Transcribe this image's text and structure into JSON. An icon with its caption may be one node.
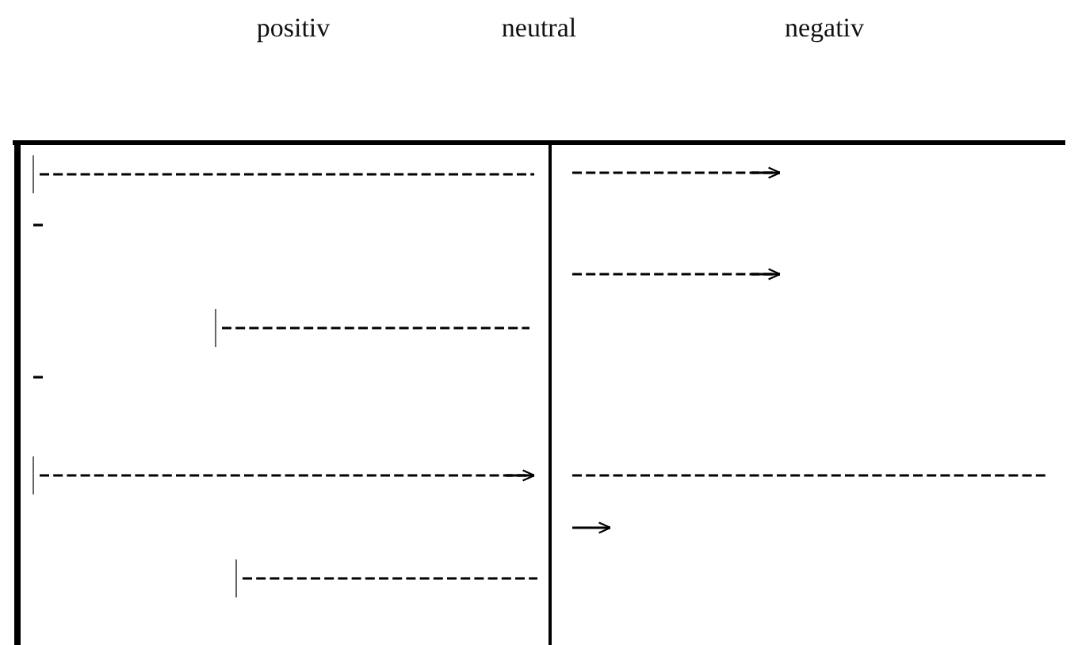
{
  "diagram": {
    "labels": [
      "positiv",
      "neutral",
      "negativ"
    ]
  }
}
